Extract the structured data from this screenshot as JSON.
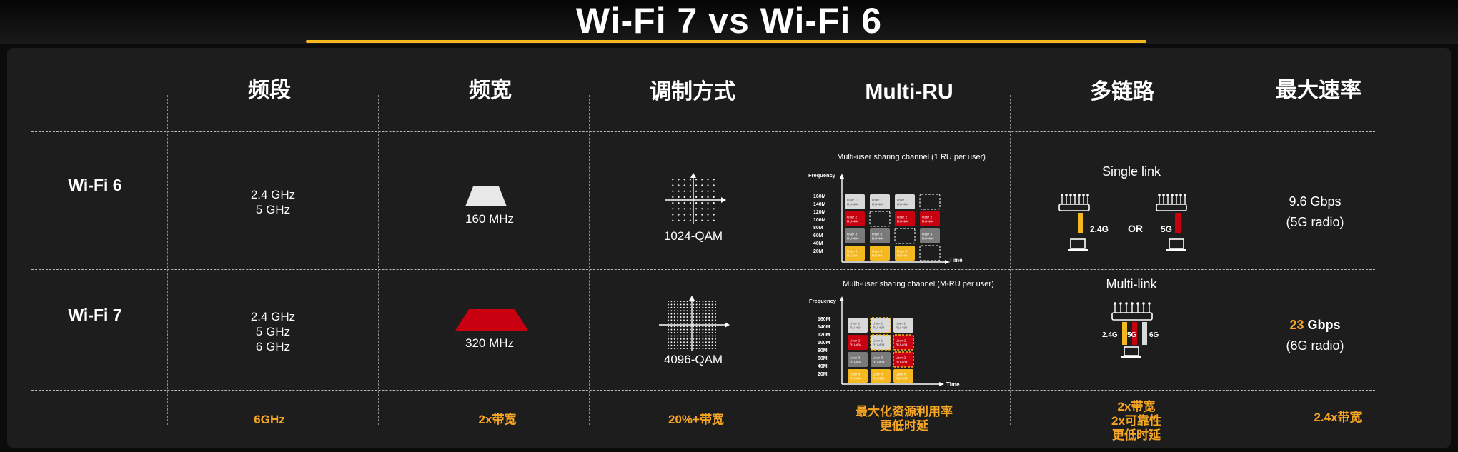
{
  "title": "Wi-Fi 7 vs Wi-Fi 6",
  "columns": [
    "频段",
    "频宽",
    "调制方式",
    "Multi-RU",
    "多链路",
    "最大速率"
  ],
  "rows": [
    {
      "name": "Wi-Fi 6",
      "band": [
        "2.4 GHz",
        "5 GHz"
      ],
      "bandwidth": "160 MHz",
      "modulation": "1024-QAM",
      "multiru": {
        "caption": "Multi-user sharing channel (1 RU per user)",
        "y_label": "Frequency",
        "x_label": "Time",
        "freq_ticks": [
          "160M",
          "140M",
          "120M",
          "100M",
          "80M",
          "60M",
          "40M",
          "20M"
        ]
      },
      "multilink": {
        "title": "Single link",
        "link_a": "2.4G",
        "or": "OR",
        "link_b": "5G"
      },
      "rate_value": "9.6 Gbps",
      "rate_note": "(5G radio)"
    },
    {
      "name": "Wi-Fi 7",
      "band": [
        "2.4 GHz",
        "5 GHz",
        "6 GHz"
      ],
      "bandwidth": "320 MHz",
      "modulation": "4096-QAM",
      "multiru": {
        "caption": "Multi-user sharing channel (M-RU per user)",
        "y_label": "Frequency",
        "x_label": "Time",
        "freq_ticks": [
          "160M",
          "140M",
          "120M",
          "100M",
          "80M",
          "60M",
          "40M",
          "20M"
        ]
      },
      "multilink": {
        "title": "Multi-link",
        "link_a": "2.4G",
        "link_b": "5G",
        "link_c": "6G"
      },
      "rate_number": "23",
      "rate_unit": " Gbps",
      "rate_note": "(6G radio)"
    }
  ],
  "ru_labels": {
    "user1": [
      "User 1",
      "RU-484"
    ],
    "user2": [
      "User 2",
      "RU-484"
    ],
    "user3": [
      "User 3",
      "RU-484"
    ],
    "user4": [
      "User 4",
      "RU-484"
    ]
  },
  "summary": {
    "band": "6GHz",
    "bandwidth": "2x带宽",
    "modulation": "20%+带宽",
    "multiru": [
      "最大化资源利用率",
      "更低时延"
    ],
    "multilink": [
      "2x带宽",
      "2x可靠性",
      "更低时延"
    ],
    "rate": "2.4x带宽"
  },
  "colors": {
    "accent": "#f5b81f",
    "summary_text": "#f6a623",
    "wifi7_trapezoid": "#c8000f",
    "wifi6_trapezoid": "#e8e8e8",
    "ru_white": "#d9d9d9",
    "ru_red": "#c8000f",
    "ru_gray": "#7a7a7a",
    "ru_yellow": "#f5b81f"
  }
}
